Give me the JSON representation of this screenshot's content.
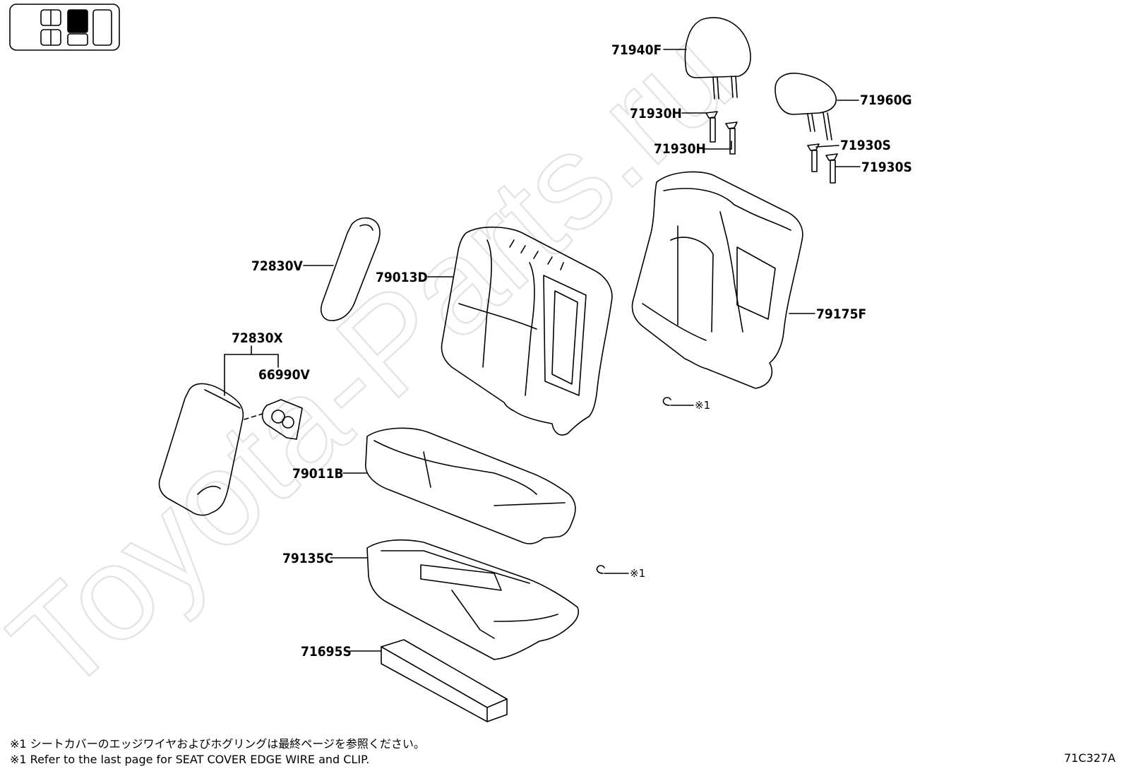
{
  "diagram_code": "71C327A",
  "watermark": "Toyota-Parts.ru",
  "notes": {
    "jp": "※1 シートカバーのエッジワイヤおよびホグリングは最終ページを参照ください。",
    "en": "※1 Refer to the last page for SEAT COVER EDGE WIRE and CLIP."
  },
  "parts": {
    "p71940F": "71940F",
    "p71930H_a": "71930H",
    "p71930H_b": "71930H",
    "p71960G": "71960G",
    "p71930S_a": "71930S",
    "p71930S_b": "71930S",
    "p72830V": "72830V",
    "p79013D": "79013D",
    "p79175F": "79175F",
    "p72830X": "72830X",
    "p66990V": "66990V",
    "p79011B": "79011B",
    "p79135C": "79135C",
    "p71695S": "71695S"
  },
  "refs": {
    "r1": "※1",
    "r2": "※1"
  }
}
